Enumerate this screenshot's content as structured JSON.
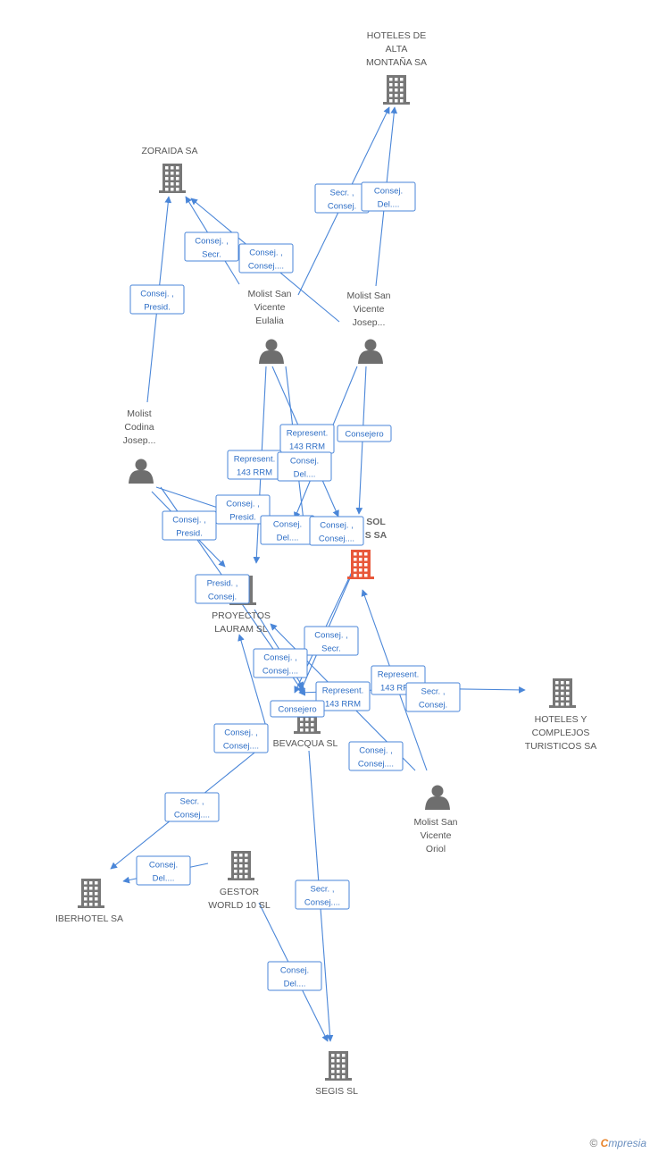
{
  "colors": {
    "edge": "#4a86d8",
    "company": "#777777",
    "focus": "#e8583a",
    "person": "#6e6e6e"
  },
  "nodes": [
    {
      "id": "hoteles_alta",
      "type": "company",
      "label": [
        "HOTELES DE",
        "ALTA",
        "MONTAÑA SA"
      ]
    },
    {
      "id": "zoraida",
      "type": "company",
      "label": [
        "ZORAIDA SA"
      ]
    },
    {
      "id": "eulalia",
      "type": "person",
      "label": [
        "Molist San",
        "Vicente",
        "Eulalia"
      ]
    },
    {
      "id": "josep_sv",
      "type": "person",
      "label": [
        "Molist San",
        "Vicente",
        "Josep..."
      ]
    },
    {
      "id": "josep_mc",
      "type": "person",
      "label": [
        "Molist",
        "Codina",
        "Josep..."
      ]
    },
    {
      "id": "focus_sa",
      "type": "focus",
      "label": [
        "SOL",
        "S SA"
      ]
    },
    {
      "id": "proyectos",
      "type": "company",
      "label": [
        "PROYECTOS",
        "LAURAM SL"
      ]
    },
    {
      "id": "hoteles_comp",
      "type": "company",
      "label": [
        "HOTELES Y",
        "COMPLEJOS",
        "TURISTICOS SA"
      ]
    },
    {
      "id": "bevacqua",
      "type": "company",
      "label": [
        "BEVACQUA SL"
      ]
    },
    {
      "id": "oriol",
      "type": "person",
      "label": [
        "Molist San",
        "Vicente",
        "Oriol"
      ]
    },
    {
      "id": "gestor",
      "type": "company",
      "label": [
        "GESTOR",
        "WORLD 10 SL"
      ]
    },
    {
      "id": "iberhotel",
      "type": "company",
      "label": [
        "IBERHOTEL SA"
      ]
    },
    {
      "id": "segis",
      "type": "company",
      "label": [
        "SEGIS SL"
      ]
    }
  ],
  "edges": [
    {
      "label": [
        "Secr. ,",
        "Consej."
      ]
    },
    {
      "label": [
        "Consej.",
        "Del...."
      ]
    },
    {
      "label": [
        "Consej. ,",
        "Secr."
      ]
    },
    {
      "label": [
        "Consej. ,",
        "Consej...."
      ]
    },
    {
      "label": [
        "Consej. ,",
        "Presid."
      ]
    },
    {
      "label": [
        "Represent.",
        "143 RRM"
      ]
    },
    {
      "label": [
        "Consejero"
      ]
    },
    {
      "label": [
        "Represent.",
        "143 RRM"
      ]
    },
    {
      "label": [
        "Consej.",
        "Del...."
      ]
    },
    {
      "label": [
        "Consej. ,",
        "Presid."
      ]
    },
    {
      "label": [
        "Consej. ,",
        "Presid."
      ]
    },
    {
      "label": [
        "Consej.",
        "Del...."
      ]
    },
    {
      "label": [
        "Consej. ,",
        "Consej...."
      ]
    },
    {
      "label": [
        "Presid. ,",
        "Consej."
      ]
    },
    {
      "label": [
        "Consej. ,",
        "Secr."
      ]
    },
    {
      "label": [
        "Consej. ,",
        "Consej...."
      ]
    },
    {
      "label": [
        "Represent.",
        "143 RRM"
      ]
    },
    {
      "label": [
        "Represent.",
        "143 RRM"
      ]
    },
    {
      "label": [
        "Secr. ,",
        "Consej."
      ]
    },
    {
      "label": [
        "Consejero"
      ]
    },
    {
      "label": [
        "Consej. ,",
        "Consej...."
      ]
    },
    {
      "label": [
        "Consej. ,",
        "Consej...."
      ]
    },
    {
      "label": [
        "Secr. ,",
        "Consej...."
      ]
    },
    {
      "label": [
        "Consej.",
        "Del...."
      ]
    },
    {
      "label": [
        "Secr. ,",
        "Consej...."
      ]
    },
    {
      "label": [
        "Consej.",
        "Del...."
      ]
    }
  ],
  "brand": {
    "copyright": "©",
    "e": "C",
    "rest": "mpresia"
  }
}
